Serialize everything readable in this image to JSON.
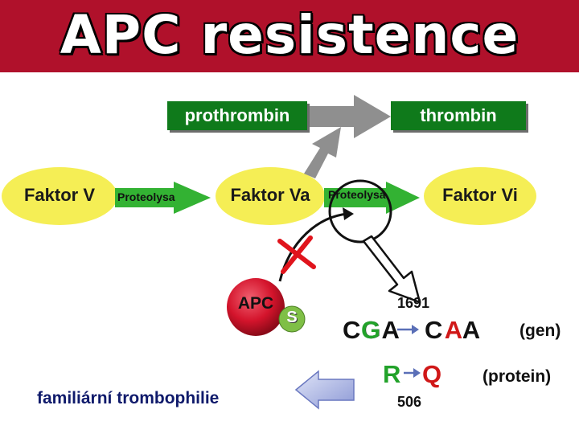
{
  "title": "APC resistence",
  "nodes": {
    "prothrombin": "prothrombin",
    "thrombin": "thrombin",
    "faktor_v": "Faktor V",
    "faktor_va": "Faktor Va",
    "faktor_vi": "Faktor Vi",
    "apc": "APC",
    "s": "S"
  },
  "arrows": {
    "proteolysa_1": "Proteolysa",
    "proteolysa_2": "Proteolysa"
  },
  "mutation": {
    "position_top": "1691",
    "codon_from": "CGA",
    "codon_to": "CAA",
    "gen_label": "(gen)",
    "aa_from": "R",
    "aa_to": "Q",
    "protein_label": "(protein)",
    "position_bottom": "506"
  },
  "conclusion": "familiární trombophilie",
  "colors": {
    "title_bg": "#b0112b",
    "box_green": "#0f7a1b",
    "oval_yellow": "#f5ee55",
    "arrow_green": "#33b233",
    "apc_red": "#d4142c",
    "s_green": "#7fbf46",
    "cross_red": "#e0141c",
    "highlight_green": "#22a22a",
    "highlight_red": "#d01818"
  }
}
